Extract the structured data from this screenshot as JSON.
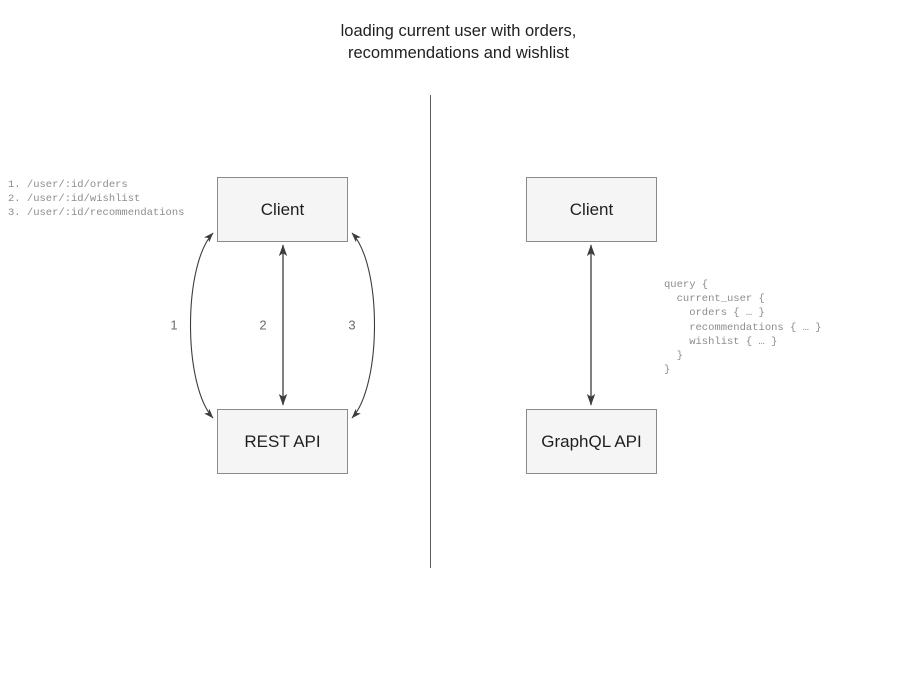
{
  "diagram": {
    "title": "loading current user with orders,\nrecommendations and wishlist",
    "divider_name": "vertical-divider"
  },
  "rest_side": {
    "client_label": "Client",
    "api_label": "REST API",
    "endpoint_list": "1. /user/:id/orders\n2. /user/:id/wishlist\n3. /user/:id/recommendations",
    "edges": [
      {
        "label": "1",
        "name": "edge-label-1"
      },
      {
        "label": "2",
        "name": "edge-label-2"
      },
      {
        "label": "3",
        "name": "edge-label-3"
      }
    ]
  },
  "graphql_side": {
    "client_label": "Client",
    "api_label": "GraphQL API",
    "query": "query {\n  current_user {\n    orders { … }\n    recommendations { … }\n    wishlist { … }\n  }\n}"
  },
  "colors": {
    "box_fill": "#f5f5f5",
    "box_border": "#8a8a8a",
    "text": "#1f1f1f",
    "muted_text": "#8d8d8d",
    "edge_label": "#6b6b6b",
    "arrow": "#3d3d3d",
    "divider": "#5c5c5c",
    "background": "#ffffff"
  }
}
